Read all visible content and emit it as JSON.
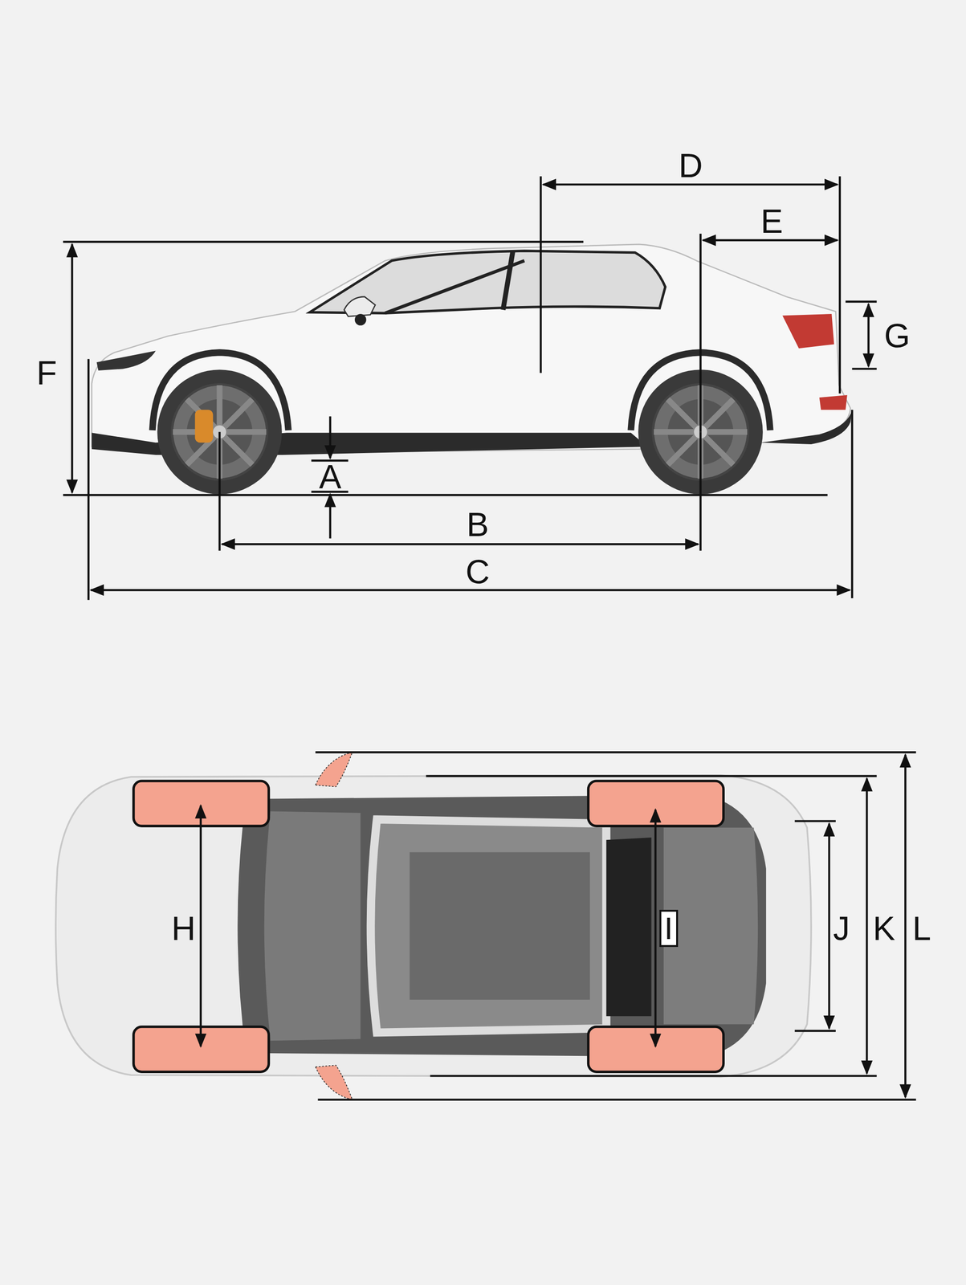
{
  "diagram": {
    "nodes": [
      {
        "text": [
          "I"
        ]
      }
    ],
    "labels": [
      "D",
      "E",
      "F",
      "G",
      "A",
      "B",
      "C",
      "H",
      "J",
      "K",
      "L"
    ]
  }
}
